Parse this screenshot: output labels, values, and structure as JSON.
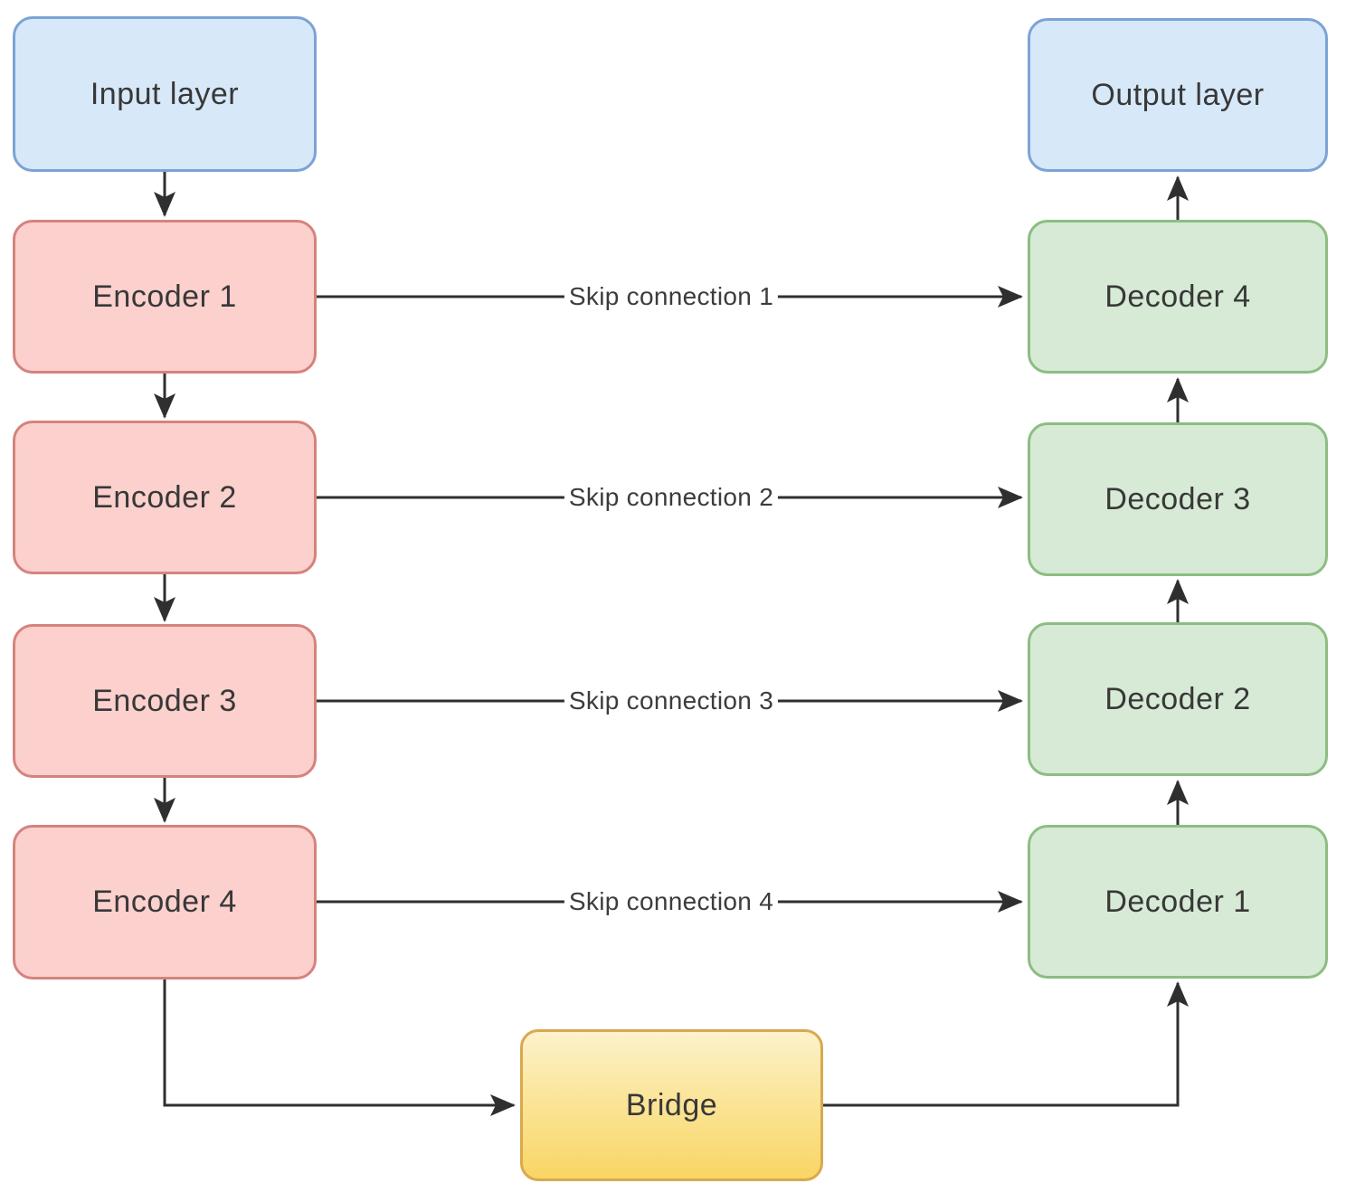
{
  "nodes": {
    "input_layer": {
      "label": "Input layer",
      "fill": "#d7e8f9",
      "border": "#7ca3d4"
    },
    "encoder_1": {
      "label": "Encoder 1",
      "fill": "#fbd0cd",
      "border": "#d5837d"
    },
    "encoder_2": {
      "label": "Encoder 2",
      "fill": "#fbd0cd",
      "border": "#d5837d"
    },
    "encoder_3": {
      "label": "Encoder 3",
      "fill": "#fbd0cd",
      "border": "#d5837d"
    },
    "encoder_4": {
      "label": "Encoder 4",
      "fill": "#fbd0cd",
      "border": "#d5837d"
    },
    "bridge": {
      "label": "Bridge",
      "fill_top": "#fdf2cb",
      "fill_bottom": "#f9d564",
      "border": "#d8a94f"
    },
    "decoder_1": {
      "label": "Decoder 1",
      "fill": "#d6ead5",
      "border": "#8cbd83"
    },
    "decoder_2": {
      "label": "Decoder 2",
      "fill": "#d6ead5",
      "border": "#8cbd83"
    },
    "decoder_3": {
      "label": "Decoder 3",
      "fill": "#d6ead5",
      "border": "#8cbd83"
    },
    "decoder_4": {
      "label": "Decoder 4",
      "fill": "#d6ead5",
      "border": "#8cbd83"
    },
    "output_layer": {
      "label": "Output layer",
      "fill": "#d7e8f9",
      "border": "#7ca3d4"
    }
  },
  "skip_connections": [
    {
      "label": "Skip connection 1"
    },
    {
      "label": "Skip connection 2"
    },
    {
      "label": "Skip connection 3"
    },
    {
      "label": "Skip connection 4"
    }
  ],
  "colors": {
    "edge": "#2f2f2f",
    "text": "#383838",
    "background": "#ffffff"
  }
}
